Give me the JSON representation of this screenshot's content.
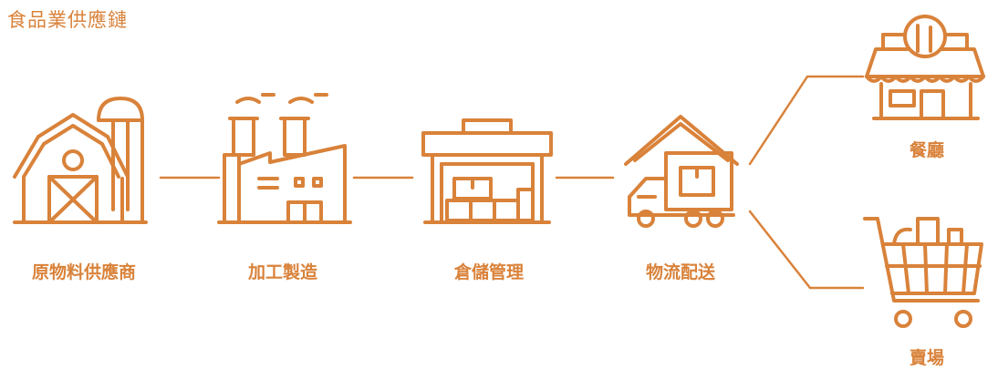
{
  "title": "食品業供應鏈",
  "nodes": [
    {
      "label": "原物料供應商",
      "icon": "farm-barn-icon"
    },
    {
      "label": "加工製造",
      "icon": "factory-icon"
    },
    {
      "label": "倉儲管理",
      "icon": "warehouse-icon"
    },
    {
      "label": "物流配送",
      "icon": "delivery-truck-icon"
    },
    {
      "label": "餐廳",
      "icon": "restaurant-icon"
    },
    {
      "label": "賣場",
      "icon": "shopping-cart-icon"
    }
  ],
  "colors": {
    "accent": "#d9823a"
  }
}
